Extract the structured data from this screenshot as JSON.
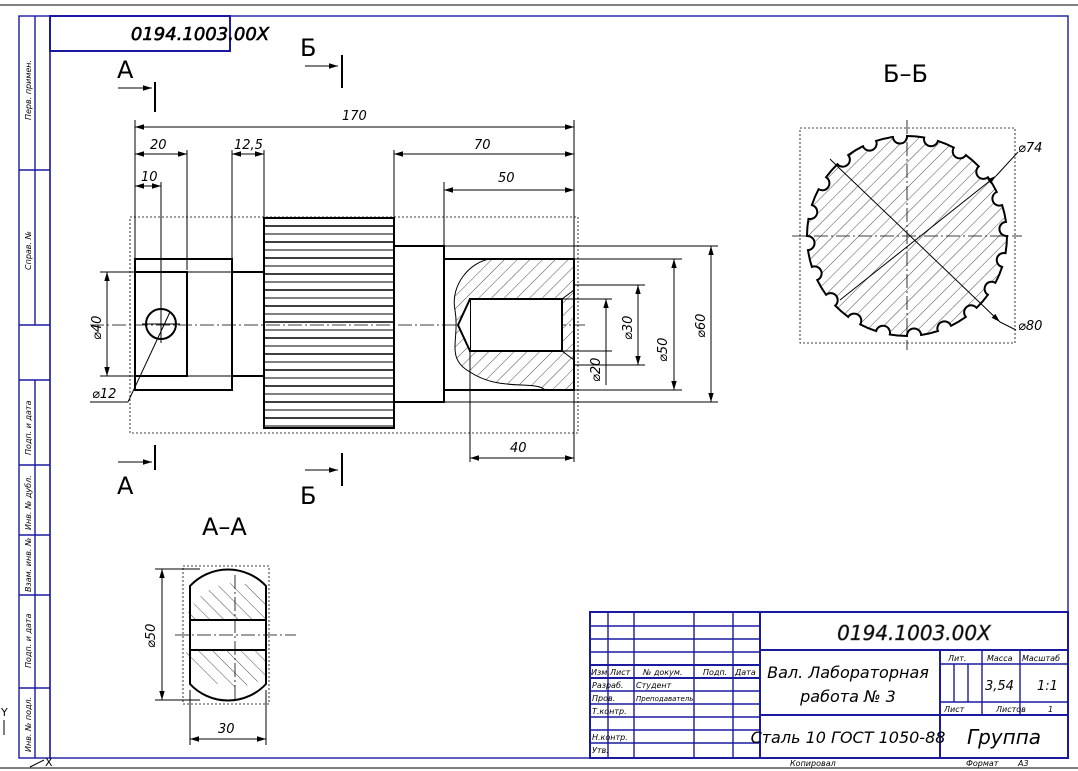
{
  "titleblock": {
    "designation": "0194.1003.00X",
    "designation_mirrored": "0194.1003.00X",
    "name_line1": "Вал. Лабораторная",
    "name_line2": "работа № 3",
    "material": "Сталь 10  ГОСТ 1050-88",
    "group": "Группа",
    "lit_label": "Лит.",
    "mass_label": "Масса",
    "scale_label": "Масштаб",
    "mass": "3,54",
    "scale": "1:1",
    "sheet_label": "Лист",
    "sheets_label": "Листов",
    "sheets": "1",
    "row_izm": "Изм.",
    "row_list": "Лист",
    "row_ndoc": "№ докум.",
    "row_podp": "Подп.",
    "row_data": "Дата",
    "razrab": "Разраб.",
    "prov": "Пров.",
    "tkontr": "Т.контр.",
    "nkontr": "Н.контр.",
    "utv": "Утв.",
    "razrab_name": "Студент",
    "prov_name": "Преподаватель",
    "copied": "Копировал",
    "format_label": "Формат",
    "format": "A3"
  },
  "sidebar": {
    "perv": "Перв. примен.",
    "sprav": "Справ. №",
    "podp_data1": "Подп. и дата",
    "inv_dubl": "Инв. № дубл.",
    "vzam": "Взам. инв. №",
    "podp_data2": "Подп. и дата",
    "inv_podl": "Инв. № подл."
  },
  "views": {
    "section_A": "А",
    "section_B": "Б",
    "title_AA": "А–А",
    "title_BB": "Б–Б"
  },
  "dims": {
    "d170": "170",
    "d20": "20",
    "d12_5": "12,5",
    "d70": "70",
    "d10": "10",
    "d50": "50",
    "d40": "40",
    "phi40": "⌀40",
    "phi12": "⌀12",
    "phi20": "⌀20",
    "phi30": "⌀30",
    "phi50": "⌀50",
    "phi60": "⌀60",
    "phi74": "⌀74",
    "phi80": "⌀80",
    "aa_phi50": "⌀50",
    "aa_30": "30"
  },
  "axes": {
    "y": "Y",
    "x": "X"
  }
}
